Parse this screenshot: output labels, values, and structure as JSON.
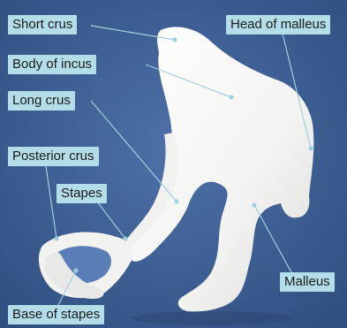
{
  "labels": {
    "short_crus": "Short crus",
    "head_of_malleus": "Head of malleus",
    "body_of_incus": "Body of incus",
    "long_crus": "Long crus",
    "posterior_crus": "Posterior crus",
    "stapes": "Stapes",
    "malleus": "Malleus",
    "base_of_stapes": "Base of stapes"
  },
  "colors": {
    "background": "#3d5f95",
    "label_fill": "#b3dde8",
    "leader_line": "#9fd0e0",
    "bone": "#f7f7f5"
  }
}
